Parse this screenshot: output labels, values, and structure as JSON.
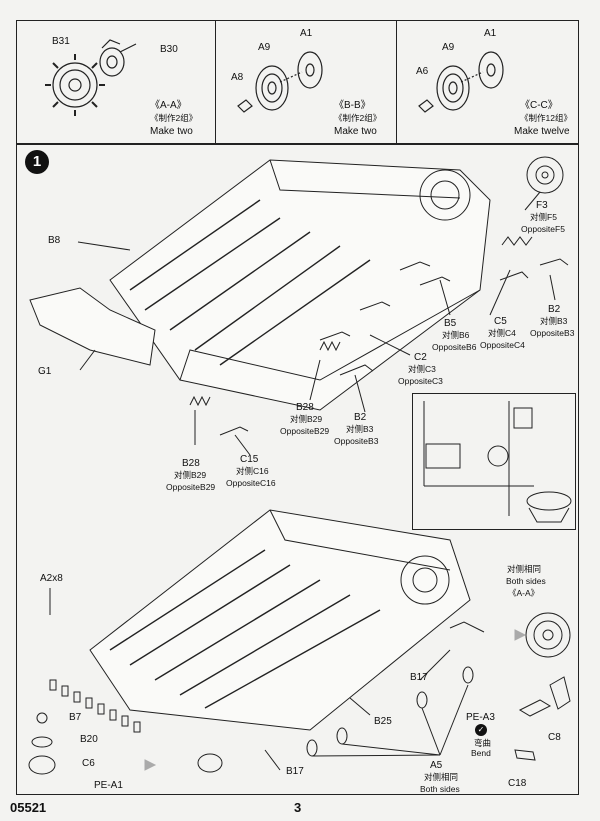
{
  "top_panels": [
    {
      "labels": [
        "B31",
        "B30"
      ],
      "caption": "",
      "caption2": ""
    },
    {
      "labels": [
        "A9",
        "A1",
        "A8"
      ],
      "caption": "《B-B》",
      "caption_cn": "《制作2组》",
      "caption2": "Make two"
    },
    {
      "labels": [
        "A9",
        "A1",
        "A6"
      ],
      "caption": "《C-C》",
      "caption_cn": "《制作12组》",
      "caption2": "Make twelve"
    }
  ],
  "panel_a": {
    "caption": "《A-A》",
    "caption_cn": "《制作2组》",
    "caption2": "Make two"
  },
  "step": {
    "number": "1"
  },
  "parts_upper": {
    "F3": "F3",
    "F3_cn": "对侧F5",
    "F3_opp": "OppositeF5",
    "B8": "B8",
    "G1": "G1",
    "B5": "B5",
    "B5_cn": "对侧B6",
    "B5_opp": "OppositeB6",
    "C5": "C5",
    "C5_cn": "对侧C4",
    "C5_opp": "OppositeC4",
    "B2a": "B2",
    "B2a_cn": "对侧B3",
    "B2a_opp": "OppositeB3",
    "C2": "C2",
    "C2_cn": "对侧C3",
    "C2_opp": "OppositeC3",
    "B28a": "B28",
    "B28a_cn": "对侧B29",
    "B28a_opp": "OppositeB29",
    "B2b": "B2",
    "B2b_cn": "对侧B3",
    "B2b_opp": "OppositeB3",
    "B28b": "B28",
    "B28b_cn": "对侧B29",
    "B28b_opp": "OppositeB29",
    "C15": "C15",
    "C15_cn": "对侧C16",
    "C15_opp": "OppositeC16"
  },
  "parts_lower": {
    "A2x8": "A2x8",
    "B7": "B7",
    "B20": "B20",
    "C6": "C6",
    "PEA1": "PE-A1",
    "both_cn": "对侧相同",
    "both": "Both sides",
    "aa": "《A-A》",
    "B17a": "B17",
    "B25": "B25",
    "B17b": "B17",
    "A5": "A5",
    "A5_cn": "对侧相同",
    "A5_both": "Both sides",
    "PEA3": "PE-A3",
    "bend_cn": "弯曲",
    "bend": "Bend",
    "C8": "C8",
    "C18": "C18"
  },
  "footer": {
    "code": "05521",
    "page": "3"
  }
}
